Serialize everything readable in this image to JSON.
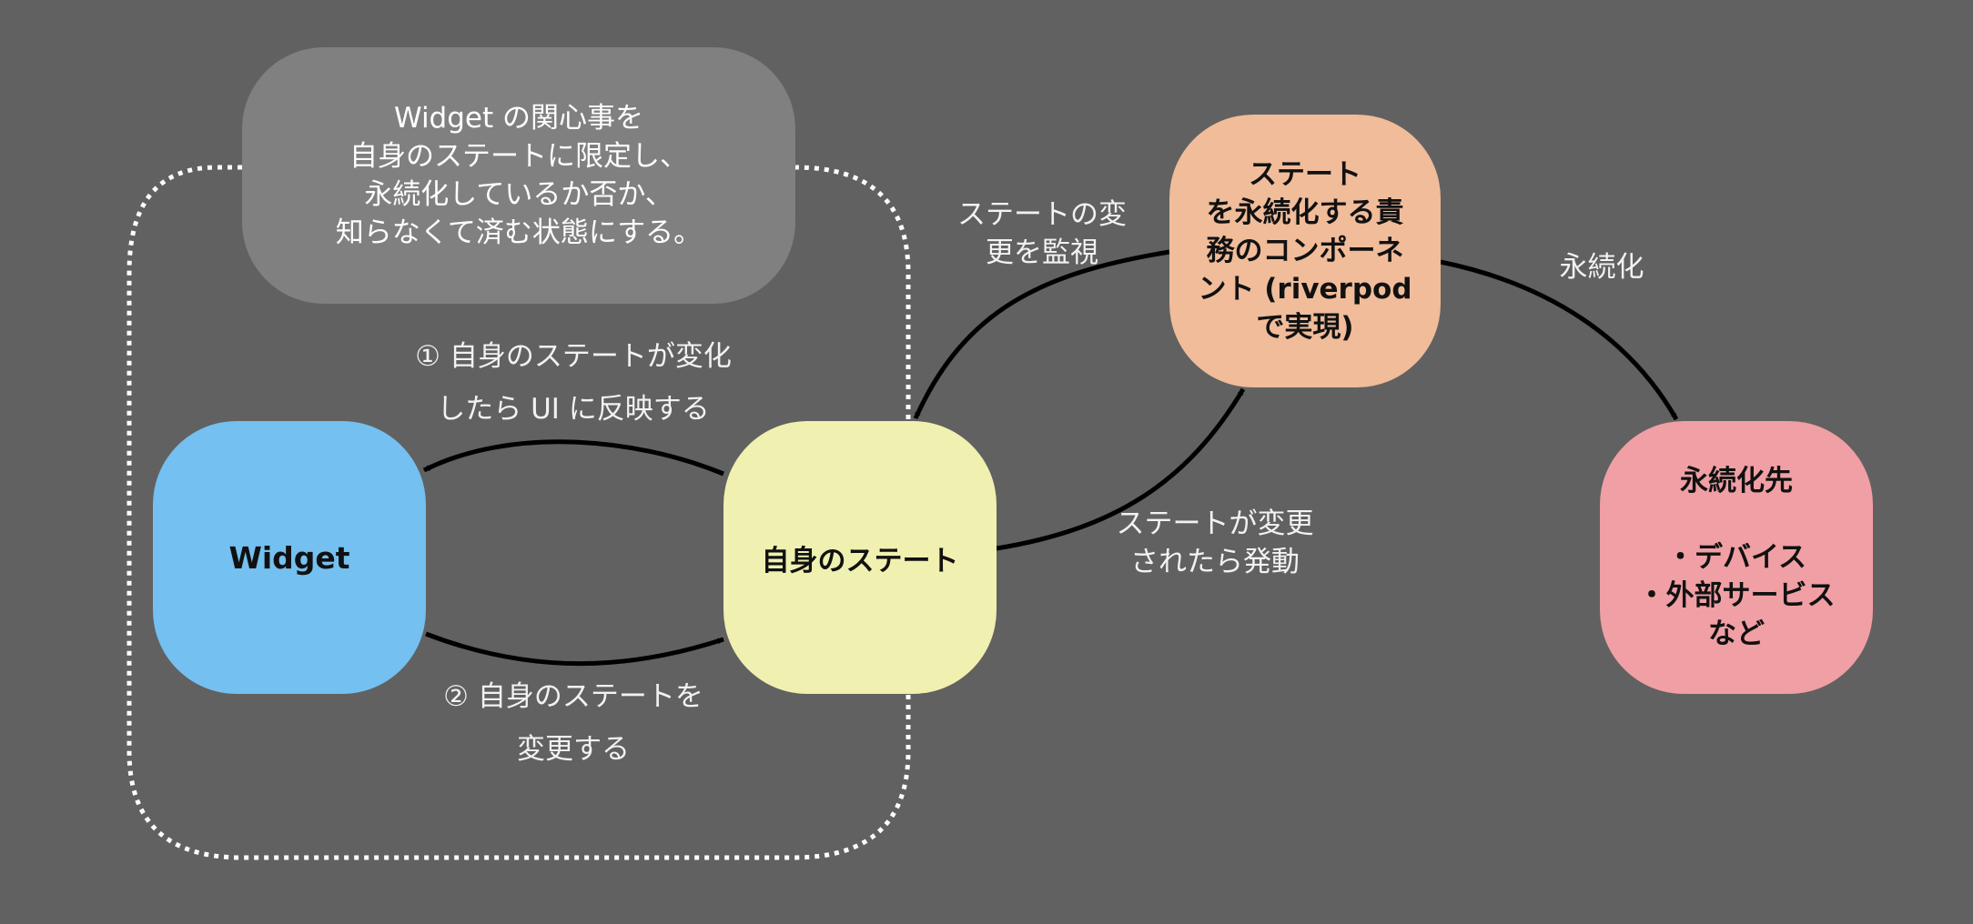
{
  "nodes": {
    "note": "Widget の関心事を\n自身のステートに限定し、\n永続化しているか否か、\n知らなくて済む状態にする。",
    "widget": "Widget",
    "own_state": "自身のステート",
    "persistence_component": "ステート\nを永続化する責\n務のコンポーネ\nント (riverpod\nで実現)",
    "persistence_destination": "永続化先\n\n・デバイス\n・外部サービス\nなど"
  },
  "edges": {
    "state_to_widget": "① 自身のステートが変化\nしたら UI に反映する",
    "widget_to_state": "② 自身のステートを\n変更する",
    "component_watches_state": "ステートの変\n更を監視",
    "state_triggers_component": "ステートが変更\nされたら発動",
    "component_to_destination": "永続化"
  },
  "colors": {
    "background": "#616161",
    "note_box": "#808080",
    "widget_box": "#74c0f0",
    "own_state_box": "#f0f0b0",
    "persistence_component_box": "#f0bc9a",
    "persistence_destination_box": "#f09fa4",
    "arrow": "#000000",
    "dotted_border": "#ffffff"
  }
}
